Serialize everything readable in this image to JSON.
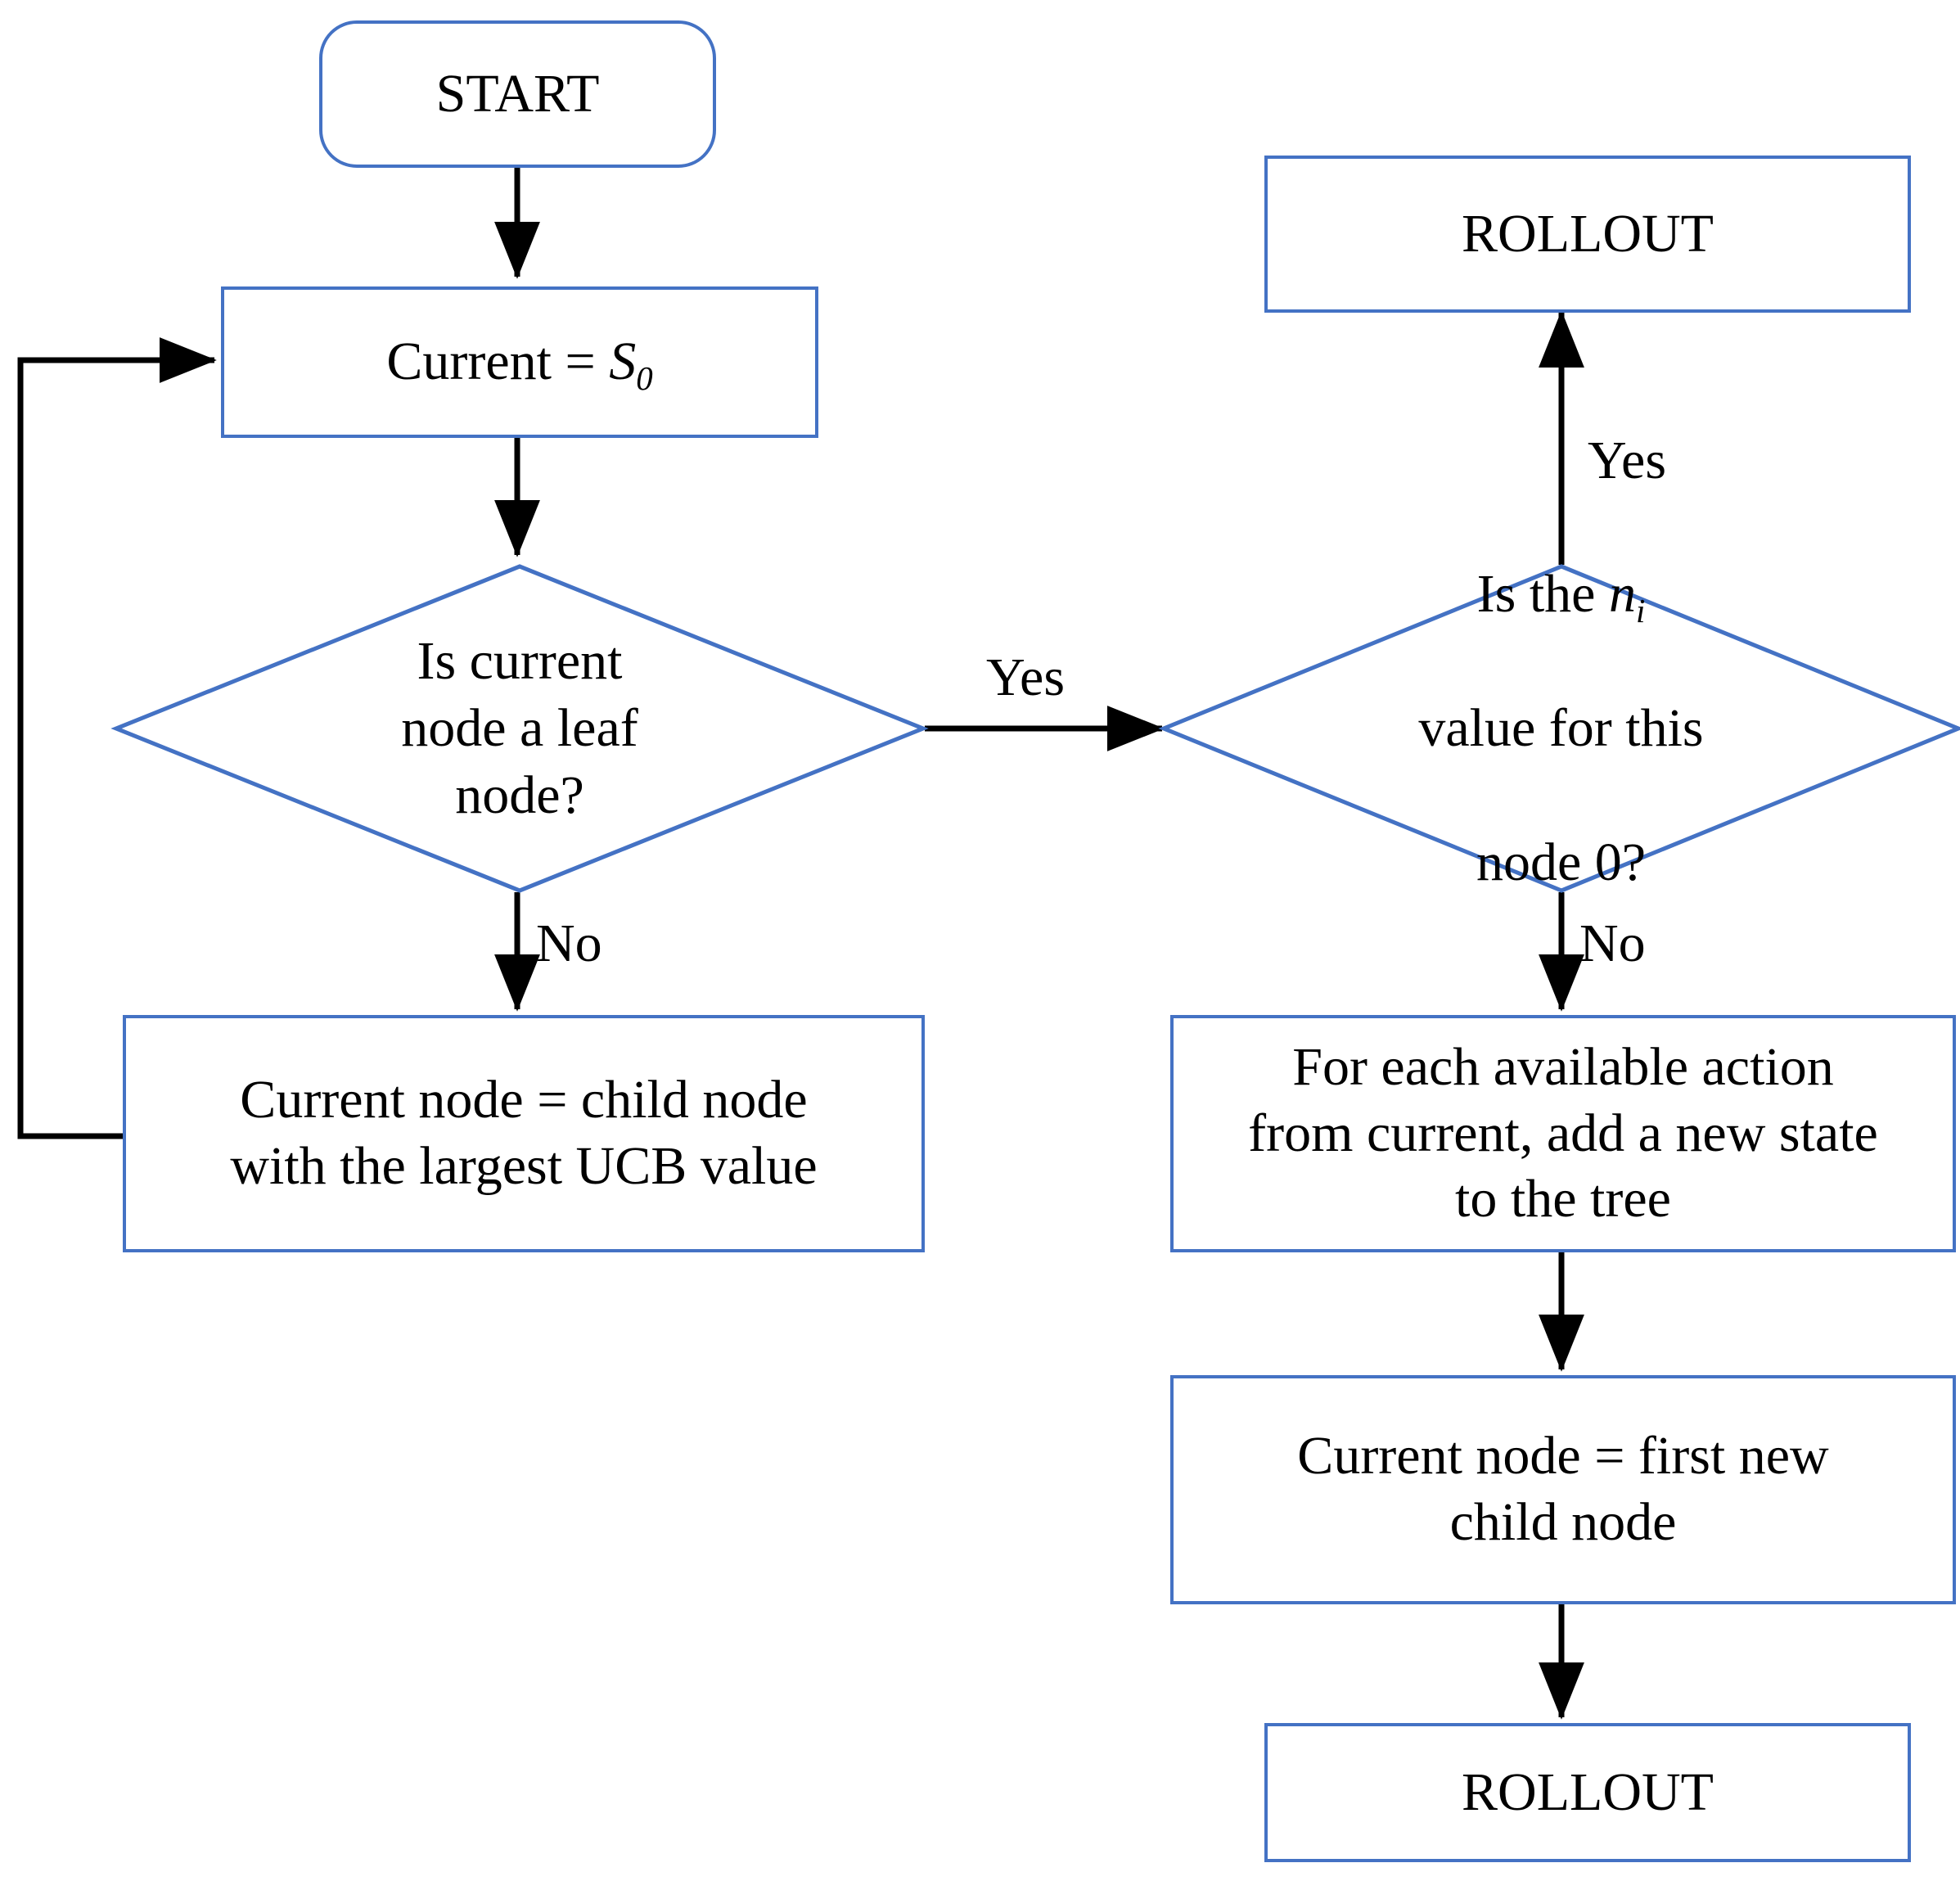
{
  "diagram": {
    "title": "Monte Carlo Tree Search selection and expansion flowchart",
    "accent_color": "#4472C4",
    "line_color": "#000000",
    "background": "#ffffff"
  },
  "nodes": {
    "start": {
      "label": "START",
      "shape": "rounded-rectangle"
    },
    "current_root": {
      "label_prefix": "Current = ",
      "variable": "S",
      "subscript": "0",
      "shape": "rectangle"
    },
    "leaf_decision": {
      "label": "Is current\nnode a leaf\nnode?",
      "shape": "diamond"
    },
    "ni_decision": {
      "label_line1_prefix": "Is the ",
      "variable": "n",
      "subscript": "i",
      "label_line2": "value for this",
      "label_line3": "node 0?",
      "shape": "diamond"
    },
    "rollout_top": {
      "label": "ROLLOUT",
      "shape": "rectangle"
    },
    "select_child": {
      "label": "Current node = child node\nwith the largest UCB value",
      "shape": "rectangle"
    },
    "expand": {
      "label": "For each available action\nfrom current, add a new state\nto the tree",
      "shape": "rectangle"
    },
    "first_child": {
      "label": "Current node = first new\nchild node",
      "shape": "rectangle"
    },
    "rollout_bottom": {
      "label": "ROLLOUT",
      "shape": "rectangle"
    }
  },
  "edge_labels": {
    "leaf_yes": "Yes",
    "leaf_no": "No",
    "ni_yes": "Yes",
    "ni_no": "No"
  },
  "edges": [
    {
      "from": "start",
      "to": "current_root",
      "label": ""
    },
    {
      "from": "current_root",
      "to": "leaf_decision",
      "label": ""
    },
    {
      "from": "leaf_decision",
      "to": "ni_decision",
      "label": "Yes"
    },
    {
      "from": "leaf_decision",
      "to": "select_child",
      "label": "No"
    },
    {
      "from": "select_child",
      "to": "current_root",
      "label": ""
    },
    {
      "from": "ni_decision",
      "to": "rollout_top",
      "label": "Yes"
    },
    {
      "from": "ni_decision",
      "to": "expand",
      "label": "No"
    },
    {
      "from": "expand",
      "to": "first_child",
      "label": ""
    },
    {
      "from": "first_child",
      "to": "rollout_bottom",
      "label": ""
    }
  ]
}
